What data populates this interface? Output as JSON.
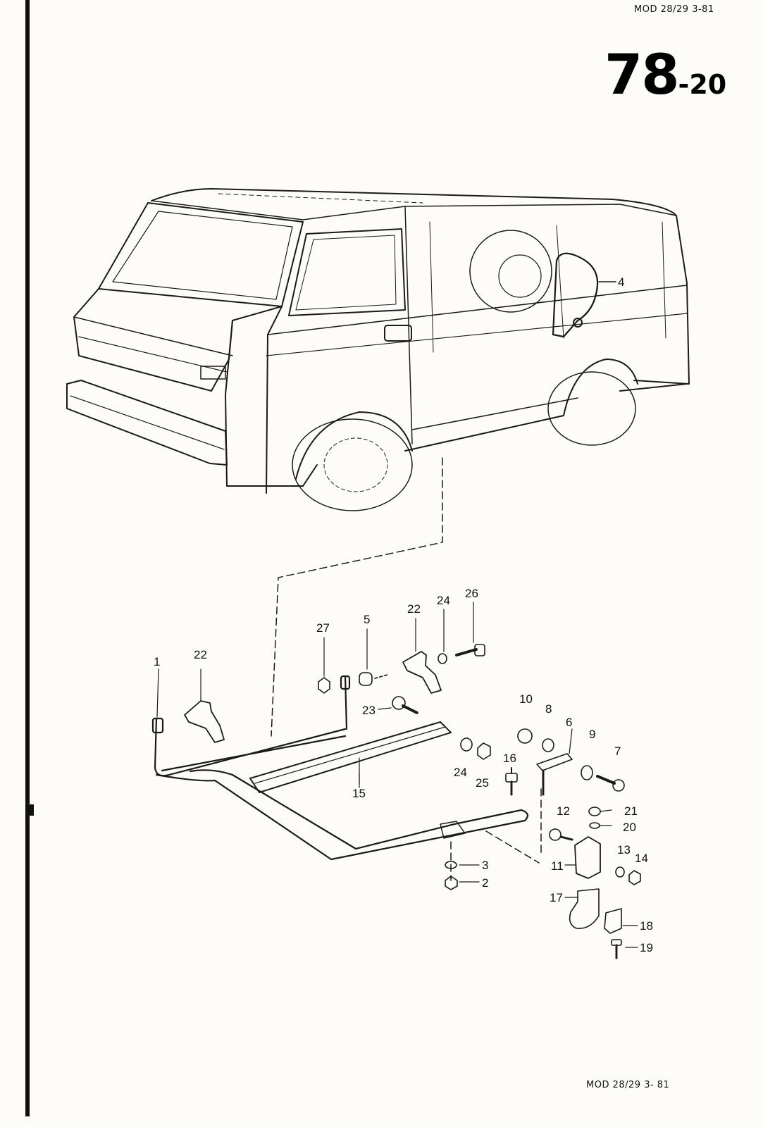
{
  "header": {
    "model_top": "MOD 28/29  3-81",
    "page_major": "78",
    "page_minor": "-20",
    "model_bottom": "MOD 28/29  3- 81"
  },
  "callouts": {
    "c1": "1",
    "c2": "2",
    "c3": "3",
    "c4": "4",
    "c5": "5",
    "c6": "6",
    "c7": "7",
    "c8": "8",
    "c9": "9",
    "c10": "10",
    "c11": "11",
    "c12": "12",
    "c13": "13",
    "c14": "14",
    "c15": "15",
    "c16": "16",
    "c17": "17",
    "c18": "18",
    "c19": "19",
    "c20": "20",
    "c21": "21",
    "c22a": "22",
    "c22b": "22",
    "c23": "23",
    "c24a": "24",
    "c24b": "24",
    "c25": "25",
    "c26": "26",
    "c27": "27"
  }
}
